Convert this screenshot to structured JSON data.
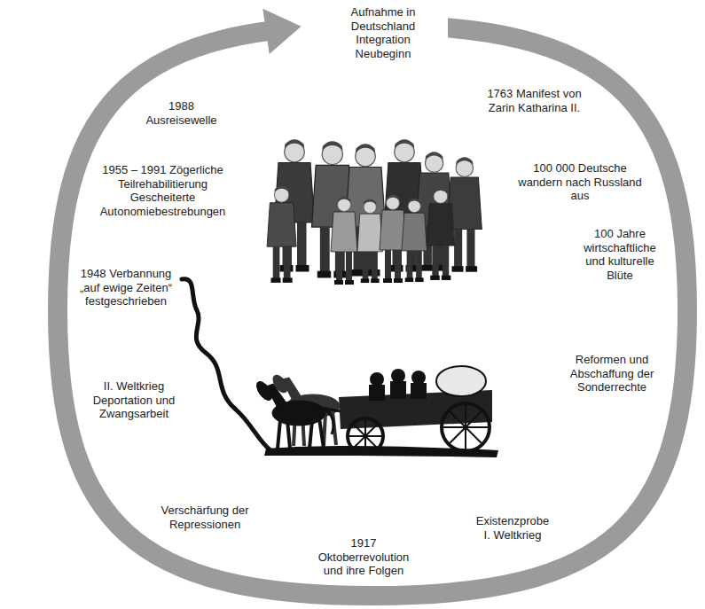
{
  "diagram": {
    "labels": [
      "Aufnahme in Deutschland Integration Neubeginn",
      "1763 Manifest von Zarin Katharina II.",
      "100 000 Deutsche wandern nach Russland aus",
      "100 Jahre wirtschaftliche und kulturelle Blüte",
      "Reformen und Abschaffung der Sonderrechte",
      "Existenzprobe I. Weltkrieg",
      "1917 Oktoberrevolution und ihre Folgen",
      "Verschärfung der Repressionen",
      "II. Weltkrieg Deportation und Zwangsarbeit",
      "1948 Verbannung „auf ewige Zeiten“ festgeschrieben",
      "1955 – 1991 Zögerliche Teilrehabilitierung Gescheiterte Autonomiebestrebungen",
      "1988 Ausreisewelle"
    ]
  }
}
